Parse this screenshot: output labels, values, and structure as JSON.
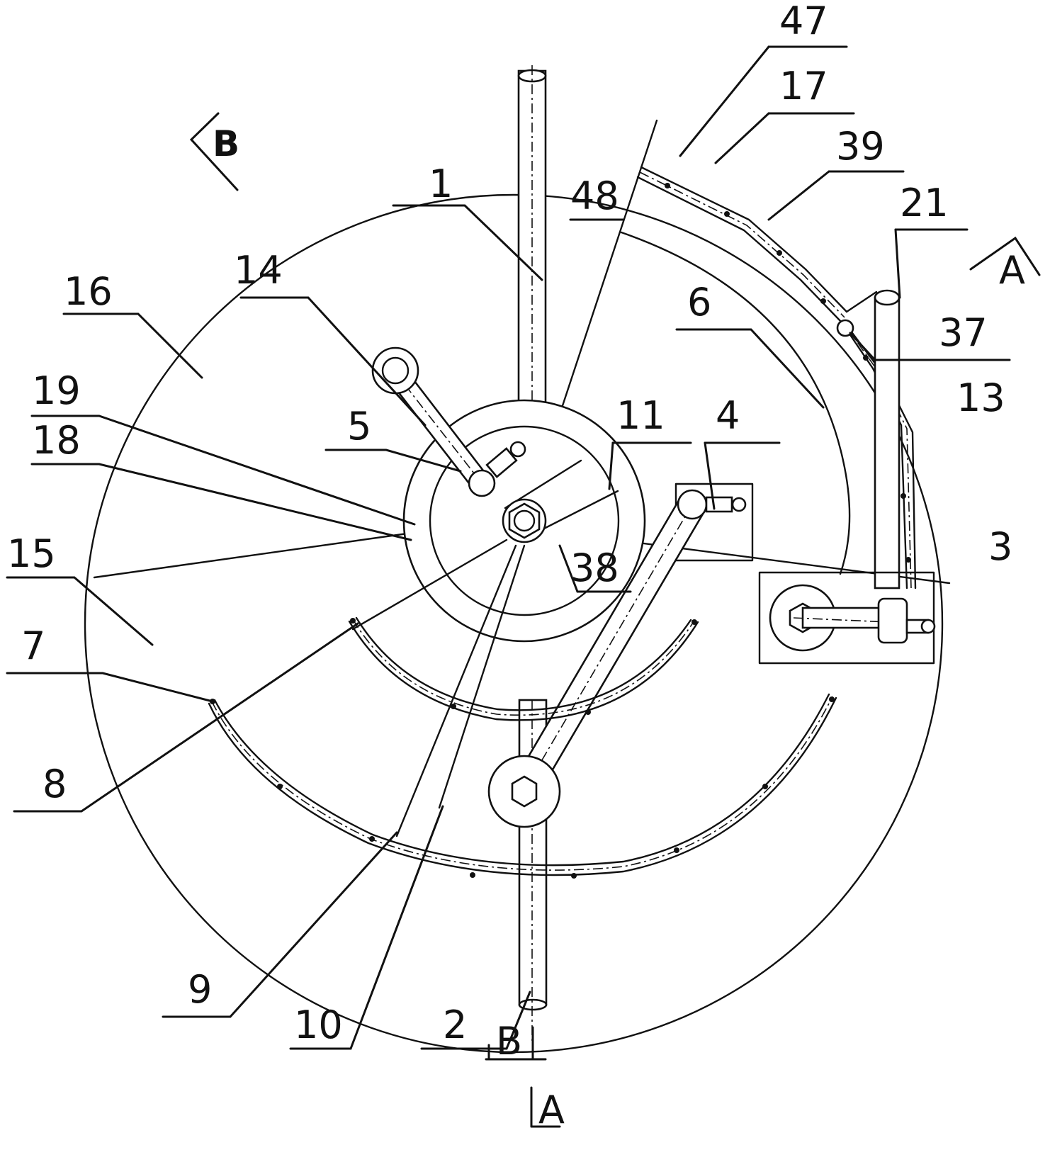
{
  "labels": {
    "l1": "1",
    "l2": "2",
    "l3": "3",
    "l4": "4",
    "l5": "5",
    "l6": "6",
    "l7": "7",
    "l8": "8",
    "l9": "9",
    "l10": "10",
    "l11": "11",
    "l13": "13",
    "l14": "14",
    "l15": "15",
    "l16": "16",
    "l17": "17",
    "l18": "18",
    "l19": "19",
    "l21": "21",
    "l37": "37",
    "l38": "38",
    "l39": "39",
    "l47": "47",
    "l48": "48"
  },
  "section_marks": {
    "b_top": "B",
    "b_bottom": "B",
    "a_right": "A",
    "a_bottom": "A"
  }
}
